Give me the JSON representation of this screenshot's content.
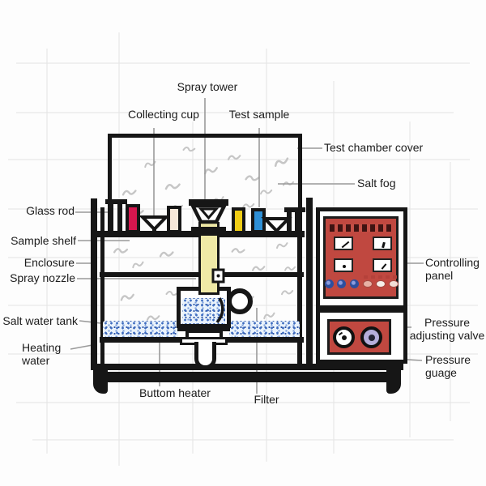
{
  "labels": {
    "spray_tower": "Spray tower",
    "collecting_cup": "Collecting cup",
    "test_sample": "Test sample",
    "test_chamber_cover": "Test chamber cover",
    "salt_fog": "Salt fog",
    "glass_rod": "Glass rod",
    "sample_shelf": "Sample shelf",
    "enclosure": "Enclosure",
    "spray_nozzle": "Spray nozzle",
    "salt_water_tank": "Salt water tank",
    "heating_water": [
      "Heating",
      "water"
    ],
    "buttom_heater": "Buttom heater",
    "filter": "Filter",
    "controlling_panel": [
      "Controlling",
      "panel"
    ],
    "pressure_adjusting_valve": [
      "Pressure",
      "adjusting valve"
    ],
    "pressure_guage": [
      "Pressure",
      "guage"
    ]
  },
  "colors": {
    "line": "#161616",
    "leader": "#9a9a9a",
    "grid_gray": "#e4e4e4",
    "fog_gray": "#c6c6c6",
    "sample_red": "#d6164e",
    "sample_beige": "#f6e7d8",
    "sample_yellow": "#f0cd15",
    "sample_blue": "#2e8fd5",
    "column_yellow": "#efe9a6",
    "panel_red": "#c04840",
    "gauge_lavender": "#b5aeda",
    "knob_blue": "#2d4f9e"
  }
}
